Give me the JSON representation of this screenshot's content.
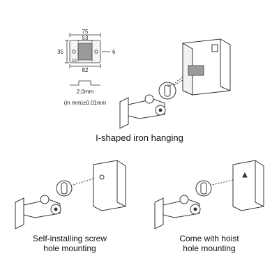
{
  "colors": {
    "line": "#333333",
    "accent": "#555555",
    "panel": "#ffffff",
    "shade": "#9a9a9a"
  },
  "dimension_labels": {
    "top_width": "75",
    "inner_width": "53",
    "height": "35",
    "right_gap": "6",
    "bottom_small": "10",
    "bottom_width": "82",
    "thickness": "2.0mm",
    "tolerance": "(in mm)±0.01mm"
  },
  "captions": {
    "top": "I-shaped iron hanging",
    "bottom_left": "Self-installing screw\nhole mounting",
    "bottom_right": "Come with hoist\nhole mounting"
  }
}
